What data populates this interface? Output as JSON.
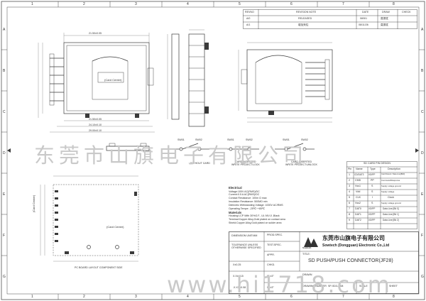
{
  "frame": {
    "cols_top": [
      "1",
      "2",
      "3",
      "4",
      "5",
      "6",
      "7",
      "8"
    ],
    "rows": [
      "A",
      "B",
      "C",
      "D",
      "E",
      "F",
      "G"
    ]
  },
  "revision_table": {
    "headers": [
      "REVNO",
      "REVISION NOTE",
      "DATE",
      "DRAW",
      "CHECK"
    ],
    "rows": [
      [
        "A/0",
        "RELEASED",
        "08/5/1",
        "莫振斌",
        ""
      ],
      [
        "A/1",
        "增加壳柱",
        "08/11/26",
        "莫振斌",
        ""
      ]
    ]
  },
  "labels": {
    "card_center_top": "(Card Center)",
    "card_center_pcb": "(Card Center)",
    "card_center_pcb_side": "(Card Center)",
    "without_card": "WITHOUT CARD",
    "card_inserted": "CARD INSERTED\nWRITE PROJECT:LOCK",
    "card_inserted_unlock": "CARD INSERTED\nWRITE PROJECT:UNLOCK",
    "pcb_layout": "PC BOARD LAYOUT COMPONENT SIDE",
    "dim_top": "21.50±0.05",
    "dim_mid": "24.10±0.10",
    "dim_bot": "29.00±0.10"
  },
  "switch_labels": [
    "SW01",
    "SW02",
    "SW01",
    "SW02",
    "SW01",
    "SW02"
  ],
  "electrical": {
    "title": "Electrical",
    "lines": [
      "Voltage:100V AC(RMS)/DC",
      "Current:0.5 A AC(RMS)/DC",
      "Contact Resistance: 100m Ω max",
      "Insulation Resistance: 500MΩ min",
      "Dielectric Withstanding Voltage: 1000V AC/RMS",
      "Operating Tempe: -25℃~+85℃"
    ],
    "materials_title": "Materials",
    "materials": [
      "Housing:LCP With 30%G.F., UL 94V-0 ,Black",
      "Terminal:Copper Alloy,Gold plated on contact area",
      "Shield:Copper  Alloy,Gold plated on solder area"
    ]
  },
  "pin_table": {
    "title": "SD CARD PIN DESIGN",
    "headers": [
      "Pin",
      "Name",
      "Type",
      "Description"
    ],
    "rows": [
      [
        "1",
        "CD/DAT3",
        "I/O/PP",
        "Card Detect / Data Line[Bit3]"
      ],
      [
        "2",
        "CMD",
        "PP",
        "Command/Response"
      ],
      [
        "3",
        "Vss1",
        "S",
        "Supply voltage ground"
      ],
      [
        "4",
        "Vdd",
        "S",
        "Supply voltage"
      ],
      [
        "5",
        "CLK",
        "I",
        "Clock"
      ],
      [
        "6",
        "Vss2",
        "S",
        "Supply voltage ground"
      ],
      [
        "7",
        "DAT0",
        "I/O/PP",
        "Data Line [Bit 0]"
      ],
      [
        "8",
        "DAT1",
        "I/O/PP",
        "Data Line [Bit 1]"
      ],
      [
        "9",
        "DAT2",
        "I/O/PP",
        "Data Line [Bit 2]"
      ]
    ]
  },
  "title_block": {
    "dimension_unit": "DIMENSION UNIT:MM",
    "tolerance": "TOLERANCE UNLESS\nOTHERWISE SPECIFIED",
    "tol_values": [
      "X±0.25",
      "X.X±0.15",
      ".X.XX±0.08"
    ],
    "angle_values": [
      "0°  ±3°",
      "0°  ±3°"
    ],
    "prod_spec": "PROD.SPEC.",
    "test_spec": "TEST.SPEC.",
    "appr": "APPR.",
    "chkd": "CHKD.",
    "drawn": "DRAWN",
    "company_cn": "东莞市山旗电子有限公司",
    "company_en": "Sowtech (Dongguan) Electronic Co.,Ltd",
    "logo_text": "Sowtech",
    "title_lbl": "TITLE:",
    "title": "SD PUSH/PUSH CONNECTOR(JF28)",
    "drawing_no_lbl": "DRAWING NUMBER",
    "drawing_no": "SP-SD3-4-08",
    "scale_lbl": "SCALE",
    "sheet_lbl": "SHEET"
  },
  "watermark_cn": "东莞市山旗电子有限公司",
  "watermark_url": "www.hi1718.com"
}
